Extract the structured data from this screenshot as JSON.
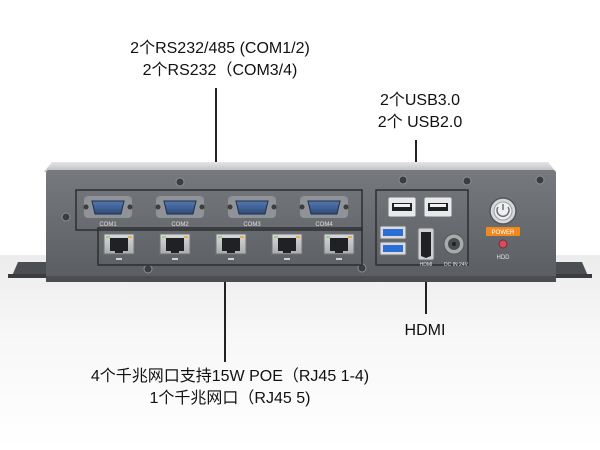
{
  "callouts": {
    "serial_line1": "2个RS232/485 (COM1/2)",
    "serial_line2": "2个RS232（COM3/4)",
    "usb_line1": "2个USB3.0",
    "usb_line2": "2个 USB2.0",
    "hdmi": "HDMI",
    "lan_line1": "4个千兆网口支持15W POE（RJ45 1-4)",
    "lan_line2": "1个千兆网口（RJ45 5)"
  },
  "panel_labels": {
    "com1": "COM1",
    "com2": "COM2",
    "com3": "COM3",
    "com4": "COM4",
    "power": "POWER",
    "hdd": "HDD",
    "hdmi_port": "HDMI",
    "dc_in": "DC IN 24V"
  },
  "colors": {
    "chassis": "#6a6d71",
    "top_cover": "#c9cbcd",
    "db9": "#3f5f93",
    "usb3": "#2a6fd6",
    "power_badge": "#f08a1c",
    "hdd_led": "#d94a5a"
  }
}
